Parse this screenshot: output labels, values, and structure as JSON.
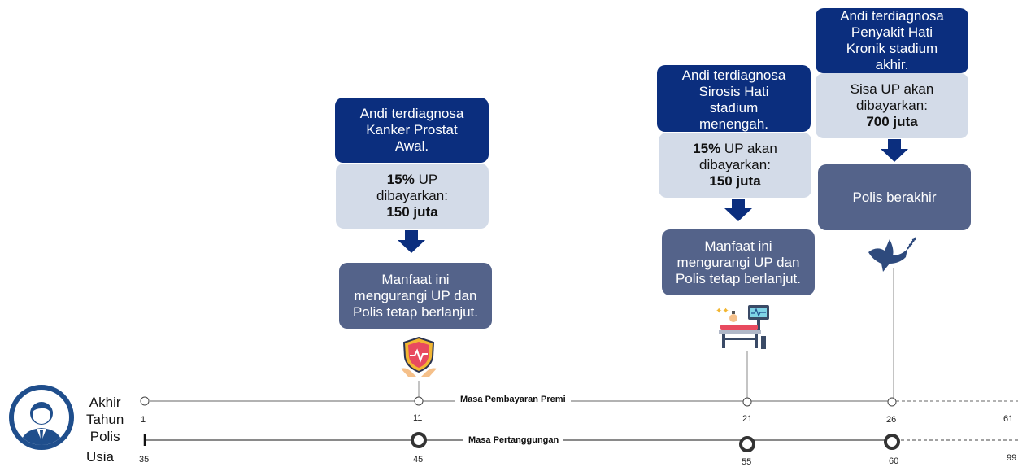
{
  "events": [
    {
      "diagnosis": [
        "Andi terdiagnosa",
        "Kanker Prostat",
        "Awal."
      ],
      "payout": {
        "percent": "15%",
        "text1": "UP",
        "text2": "dibayarkan:",
        "amount": "150 juta"
      },
      "result": [
        "Manfaat ini",
        "mengurangi UP dan",
        "Polis tetap berlanjut."
      ]
    },
    {
      "diagnosis": [
        "Andi terdiagnosa",
        "Sirosis Hati",
        "stadium",
        "menengah."
      ],
      "payout": {
        "percent": "15%",
        "text1": "UP akan",
        "text2": "dibayarkan:",
        "amount": "150 juta"
      },
      "result": [
        "Manfaat ini",
        "mengurangi UP dan",
        "Polis tetap berlanjut."
      ]
    },
    {
      "diagnosis": [
        "Andi terdiagnosa",
        "Penyakit Hati",
        "Kronik stadium",
        "akhir."
      ],
      "payout": {
        "line1": "Sisa UP akan",
        "line2": "dibayarkan:",
        "amount": "700 juta"
      },
      "result": [
        "Polis berakhir"
      ]
    }
  ],
  "timeline": {
    "row1_label": [
      "Akhir",
      "Tahun",
      "Polis"
    ],
    "row2_label": "Usia",
    "premium_label": "Masa Pembayaran Premi",
    "coverage_label": "Masa Pertanggungan",
    "policy_year_ticks": [
      "1",
      "11",
      "21",
      "26",
      "61"
    ],
    "age_ticks": [
      "35",
      "45",
      "55",
      "60",
      "99"
    ]
  },
  "colors": {
    "dark": "#0b2e7e",
    "light": "#d3dbe8",
    "slate": "#54638a",
    "avatar": "#1f4e8c"
  }
}
